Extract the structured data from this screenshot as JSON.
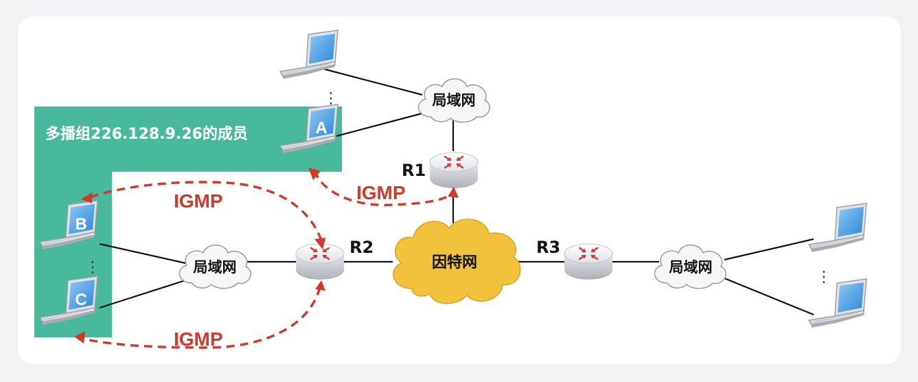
{
  "group_label": "多播组226.128.9.26的成员",
  "lan_label": "局域网",
  "internet_label": "因特网",
  "routers": {
    "r1": "R1",
    "r2": "R2",
    "r3": "R3"
  },
  "hosts": {
    "a": "A",
    "b": "B",
    "c": "C"
  },
  "igmp": {
    "r1_a": "IGMP",
    "r2_b": "IGMP",
    "r2_c": "IGMP"
  },
  "ellipsis": "⋮",
  "colors": {
    "group_fill": "#48b99a",
    "igmp": "#d03a2a",
    "cloud_internet": "#f2c23d",
    "laptop_screen": "#3c8fdc"
  }
}
